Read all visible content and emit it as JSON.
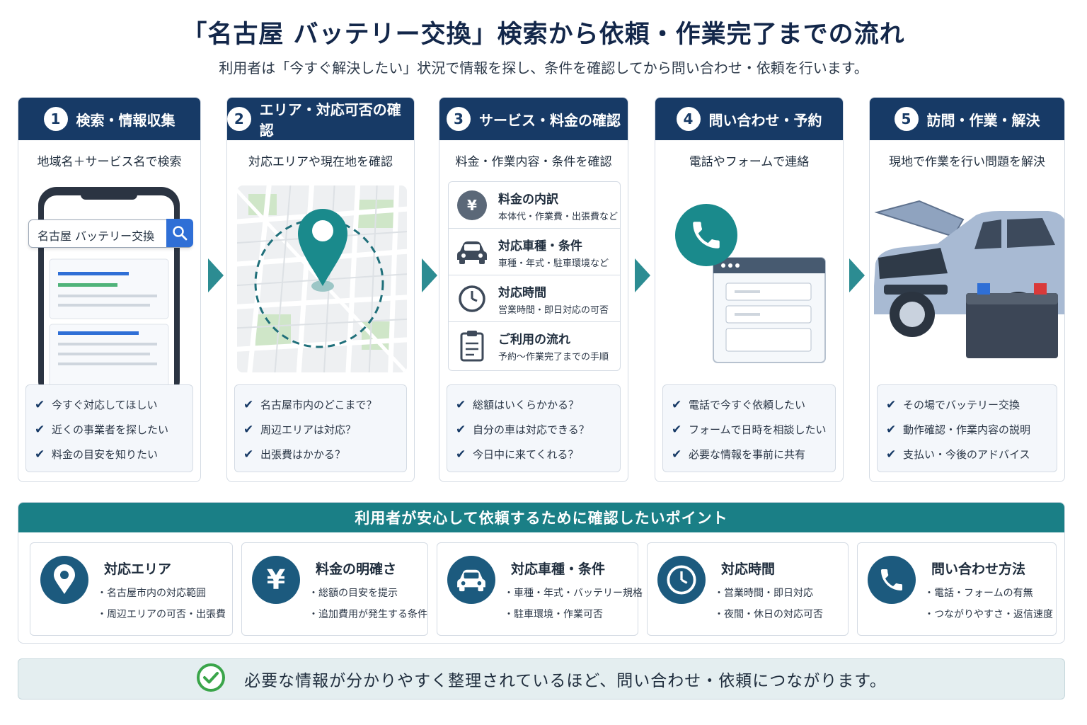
{
  "title": "「名古屋 バッテリー交換」検索から依頼・作業完了までの流れ",
  "subtitle": "利用者は「今すぐ解決したい」状況で情報を探し、条件を確認してから問い合わせ・依頼を行います。",
  "steps": [
    {
      "num": "1",
      "title": "検索・情報収集",
      "subtitle": "地域名＋サービス名で検索",
      "search_query": "名古屋 バッテリー交換",
      "checks": [
        "今すぐ対応してほしい",
        "近くの事業者を探したい",
        "料金の目安を知りたい"
      ]
    },
    {
      "num": "2",
      "title": "エリア・対応可否の確認",
      "subtitle": "対応エリアや現在地を確認",
      "checks": [
        "名古屋市内のどこまで？",
        "周辺エリアは対応？",
        "出張費はかかる？"
      ]
    },
    {
      "num": "3",
      "title": "サービス・料金の確認",
      "subtitle": "料金・作業内容・条件を確認",
      "items": [
        {
          "icon": "yen-icon",
          "title": "料金の内訳",
          "desc": "本体代・作業費・出張費など"
        },
        {
          "icon": "car-icon",
          "title": "対応車種・条件",
          "desc": "車種・年式・駐車環境など"
        },
        {
          "icon": "clock-icon",
          "title": "対応時間",
          "desc": "営業時間・即日対応の可否"
        },
        {
          "icon": "clipboard-icon",
          "title": "ご利用の流れ",
          "desc": "予約〜作業完了までの手順"
        }
      ],
      "checks": [
        "総額はいくらかかる？",
        "自分の車は対応できる？",
        "今日中に来てくれる？"
      ]
    },
    {
      "num": "4",
      "title": "問い合わせ・予約",
      "subtitle": "電話やフォームで連絡",
      "checks": [
        "電話で今すぐ依頼したい",
        "フォームで日時を相談したい",
        "必要な情報を事前に共有"
      ]
    },
    {
      "num": "5",
      "title": "訪問・作業・解決",
      "subtitle": "現地で作業を行い問題を解決",
      "checks": [
        "その場でバッテリー交換",
        "動作確認・作業内容の説明",
        "支払い・今後のアドバイス"
      ]
    }
  ],
  "points": {
    "header": "利用者が安心して依頼するために確認したいポイント",
    "items": [
      {
        "icon": "location-pin-icon",
        "title": "対応エリア",
        "lines": [
          "・名古屋市内の対応範囲",
          "・周辺エリアの可否・出張費"
        ]
      },
      {
        "icon": "yen-icon",
        "title": "料金の明確さ",
        "lines": [
          "・総額の目安を提示",
          "・追加費用が発生する条件"
        ]
      },
      {
        "icon": "car-icon",
        "title": "対応車種・条件",
        "lines": [
          "・車種・年式・バッテリー規格",
          "・駐車環境・作業可否"
        ]
      },
      {
        "icon": "clock-icon",
        "title": "対応時間",
        "lines": [
          "・営業時間・即日対応",
          "・夜間・休日の対応可否"
        ]
      },
      {
        "icon": "phone-icon",
        "title": "問い合わせ方法",
        "lines": [
          "・電話・フォームの有無",
          "・つながりやすさ・返信速度"
        ]
      }
    ]
  },
  "footer": "必要な情報が分かりやすく整理されているほど、問い合わせ・依頼につながります。",
  "colors": {
    "navy": "#173a66",
    "teal": "#1a7f86",
    "accent_blue": "#1c5a7e"
  }
}
